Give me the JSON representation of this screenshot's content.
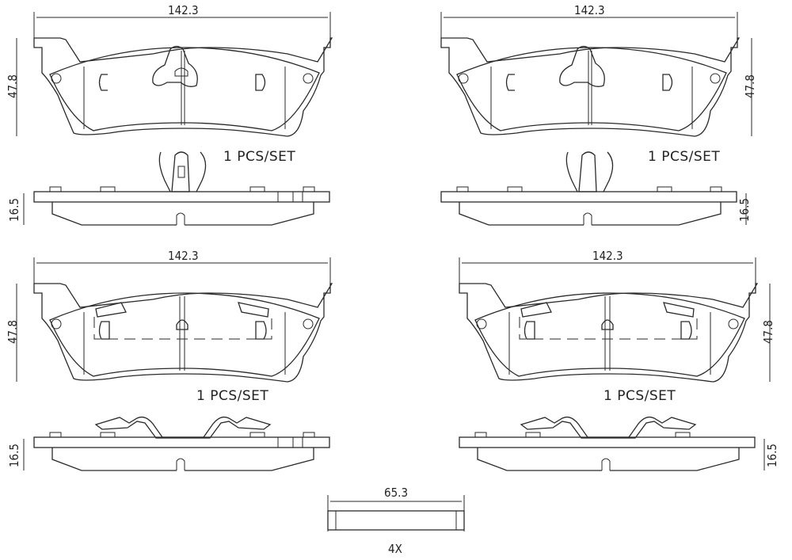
{
  "drawings": [
    {
      "id": "top-left",
      "width_label": "142.3",
      "height_label": "47.8",
      "thickness_label": "16.5",
      "qty_label": "1  PCS/SET",
      "clip": "center-clip"
    },
    {
      "id": "top-right",
      "width_label": "142.3",
      "height_label": "47.8",
      "thickness_label": "16.5",
      "qty_label": "1  PCS/SET",
      "clip": "center-clip"
    },
    {
      "id": "bottom-left",
      "width_label": "142.3",
      "height_label": "47.8",
      "thickness_label": "16.5",
      "qty_label": "1  PCS/SET",
      "clip": "spring-clip"
    },
    {
      "id": "bottom-right",
      "width_label": "142.3",
      "height_label": "47.8",
      "thickness_label": "16.5",
      "qty_label": "1  PCS/SET",
      "clip": "spring-clip"
    }
  ],
  "hardware": {
    "width_label": "65.3",
    "qty_label": "4X"
  },
  "colors": {
    "line": "#2a2a2a",
    "background": "#ffffff"
  }
}
